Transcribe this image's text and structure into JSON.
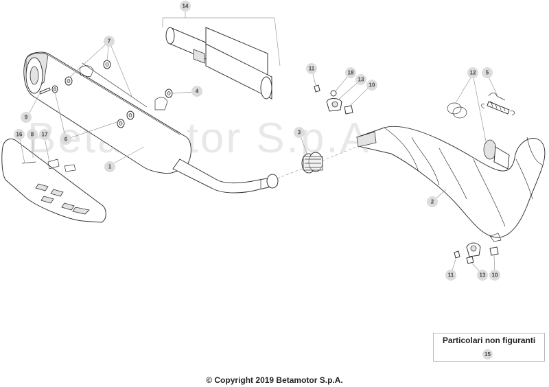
{
  "diagram": {
    "watermark": "Betamotor S.p.A",
    "callouts": [
      {
        "id": "c14",
        "label": "14"
      },
      {
        "id": "c7",
        "label": "7"
      },
      {
        "id": "c4",
        "label": "4"
      },
      {
        "id": "c9",
        "label": "9"
      },
      {
        "id": "c6",
        "label": "6"
      },
      {
        "id": "c1",
        "label": "1"
      },
      {
        "id": "c16",
        "label": "16"
      },
      {
        "id": "c8",
        "label": "8"
      },
      {
        "id": "c17",
        "label": "17"
      },
      {
        "id": "c3",
        "label": "3"
      },
      {
        "id": "c11a",
        "label": "11"
      },
      {
        "id": "c18",
        "label": "18"
      },
      {
        "id": "c13a",
        "label": "13"
      },
      {
        "id": "c10a",
        "label": "10"
      },
      {
        "id": "c12",
        "label": "12"
      },
      {
        "id": "c5",
        "label": "5"
      },
      {
        "id": "c2",
        "label": "2"
      },
      {
        "id": "c11b",
        "label": "11"
      },
      {
        "id": "c13b",
        "label": "13"
      },
      {
        "id": "c10b",
        "label": "10"
      }
    ]
  },
  "notice": {
    "title": "Particolari non figuranti",
    "part_number": "15"
  },
  "footer": {
    "copyright": "© Copyright 2019 Betamotor S.p.A."
  }
}
